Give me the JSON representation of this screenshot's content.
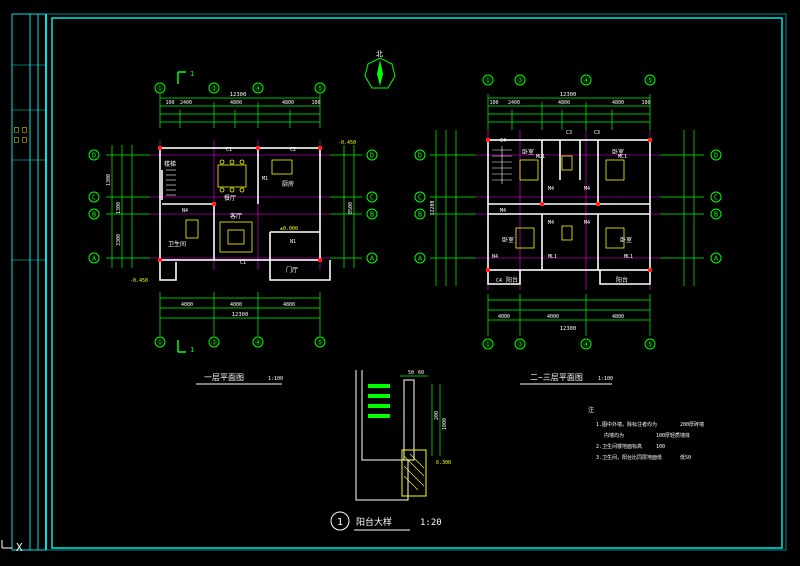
{
  "canvas": {
    "background": "#000000",
    "frame_color": "#00e5e5",
    "wall_color": "#ffffff",
    "dim_color": "#00ff00",
    "axis_color": "#ff00ff",
    "text_color": "#ffffff",
    "highlight_color": "#ffff00",
    "red_color": "#ff2020"
  },
  "plan1": {
    "title": "一层平面图",
    "scale": "1:100",
    "total_width": "12300",
    "segments_top": [
      "100",
      "2400",
      "4800",
      "4800",
      "100"
    ],
    "segments_bottom": [
      "4000",
      "4000",
      "4800"
    ],
    "axes_top": [
      "①",
      "③",
      "④",
      "⑤"
    ],
    "axes_side": [
      "D",
      "C",
      "B",
      "A"
    ],
    "side_dims": [
      "1300",
      "1300",
      "3300"
    ],
    "total_height": "8500",
    "section_mark": "1",
    "level_main": "±0.000",
    "level_out": "-0.450",
    "rooms": [
      "C1",
      "C2",
      "N1",
      "N4",
      "C1",
      "M1"
    ],
    "labels": [
      "厨房",
      "客厅",
      "门厅",
      "卫生间",
      "楼梯",
      "餐厅"
    ]
  },
  "plan2": {
    "title": "二~三层平面图",
    "scale": "1:100",
    "total_width": "12300",
    "segments_top": [
      "100",
      "2400",
      "4800",
      "4800",
      "100"
    ],
    "segments_bottom": [
      "4000",
      "4000",
      "4800"
    ],
    "axes_top": [
      "①",
      "③",
      "④",
      "⑤"
    ],
    "axes_side": [
      "D",
      "C",
      "B",
      "A"
    ],
    "total_height": "12200",
    "rooms": [
      "ML1",
      "M4",
      "M4",
      "C3",
      "C3",
      "ML1",
      "M4",
      "M4",
      "M4",
      "ML1",
      "ML1",
      "N4",
      "C4",
      "C4"
    ],
    "labels": [
      "卧室",
      "卧室",
      "卧室",
      "卧室",
      "阳台",
      "阳台"
    ]
  },
  "compass": {
    "label": "北"
  },
  "detail": {
    "number": "1",
    "title": "阳台大样",
    "scale": "1:20",
    "dims": [
      "50",
      "60",
      "200",
      "1000"
    ],
    "level": "6.300"
  },
  "notes": {
    "heading": "注",
    "items": [
      "1.图中外墙，除标注者均为",
      "内墙均为",
      "2.卫生间楼地面标高",
      "3.卫生间，阳台比同层地面低"
    ],
    "values": [
      "200厚砖墙",
      "100厚轻质墙体",
      "100",
      "低50"
    ]
  },
  "sidebar": {
    "marks": [
      "□",
      "□",
      "□",
      "□"
    ]
  },
  "ucs": {
    "label": "X"
  }
}
